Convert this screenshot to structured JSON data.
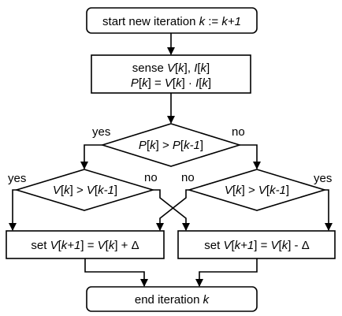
{
  "flowchart": {
    "start": {
      "text_1": "start new iteration ",
      "var_k": "k",
      "text_2": " := ",
      "expr": "k+1"
    },
    "sense": {
      "line1_text_1": "sense ",
      "line1_v": "V",
      "line1_lb1": "[",
      "line1_k1": "k",
      "line1_rb1": "]",
      "line1_sep": ", ",
      "line1_i": "I",
      "line1_lb2": "[",
      "line1_k2": "k",
      "line1_rb2": "]",
      "line2_p": "P",
      "line2_lb1": "[",
      "line2_k1": "k",
      "line2_rb1": "] = ",
      "line2_v": "V",
      "line2_lb2": "[",
      "line2_k2": "k",
      "line2_rb2": "] · ",
      "line2_i": "I",
      "line2_lb3": "[",
      "line2_k3": "k",
      "line2_rb3": "]"
    },
    "decision_power": {
      "p1": "P",
      "lb1": "[",
      "k1": "k",
      "rb1": "] > ",
      "p2": "P",
      "lb2": "[",
      "k2": "k-1",
      "rb2": "]"
    },
    "decision_voltage_left": {
      "v1": "V",
      "lb1": "[",
      "k1": "k",
      "rb1": "] > ",
      "v2": "V",
      "lb2": "[",
      "k2": "k-1",
      "rb2": "]"
    },
    "decision_voltage_right": {
      "v1": "V",
      "lb1": "[",
      "k1": "k",
      "rb1": "] > ",
      "v2": "V",
      "lb2": "[",
      "k2": "k-1",
      "rb2": "]"
    },
    "increase": {
      "text_1": "set ",
      "v1": "V",
      "lb1": "[",
      "k1": "k+1",
      "rb1": "] = ",
      "v2": "V",
      "lb2": "[",
      "k2": "k",
      "rb2": "] + Δ"
    },
    "decrease": {
      "text_1": "set ",
      "v1": "V",
      "lb1": "[",
      "k1": "k+1",
      "rb1": "] = ",
      "v2": "V",
      "lb2": "[",
      "k2": "k",
      "rb2": "] - Δ"
    },
    "end": {
      "text_1": "end iteration ",
      "var_k": "k"
    },
    "branch_labels": {
      "power_yes": "yes",
      "power_no": "no",
      "left_yes": "yes",
      "left_no": "no",
      "right_no": "no",
      "right_yes": "yes"
    }
  }
}
